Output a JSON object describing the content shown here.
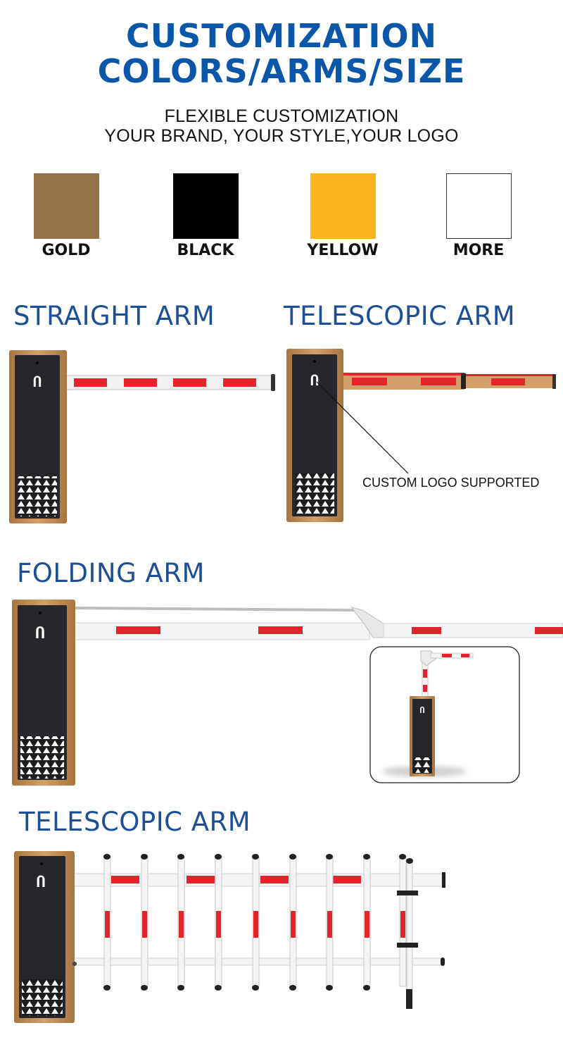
{
  "header": {
    "title_line1": "CUSTOMIZATION",
    "title_line2": "COLORS/ARMS/SIZE",
    "subtitle_line1": "FLEXIBLE CUSTOMIZATION",
    "subtitle_line2": "YOUR BRAND, YOUR STYLE,YOUR LOGO"
  },
  "colors": [
    {
      "label": "GOLD",
      "hex": "#957248"
    },
    {
      "label": "BLACK",
      "hex": "#000000"
    },
    {
      "label": "YELLOW",
      "hex": "#fdb51d"
    },
    {
      "label": "MORE",
      "hex": "#ffffff"
    }
  ],
  "arms": {
    "straight": "STRAIGHT ARM",
    "telescopic": "TELESCOPIC ARM",
    "folding": "FOLDING ARM",
    "fence": "TELESCOPIC ARM"
  },
  "callout": "CUSTOM LOGO SUPPORTED",
  "theme": {
    "accent": "#0a56a8",
    "cabinet": "#c08a52",
    "panel": "#26272a",
    "stripe": "#e3242b"
  }
}
